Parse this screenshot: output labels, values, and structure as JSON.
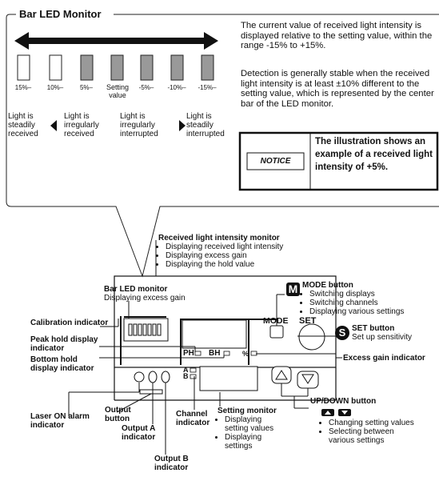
{
  "title": "Bar LED Monitor",
  "led_bars": [
    {
      "label": "15%–",
      "lit": false
    },
    {
      "label": "10%–",
      "lit": false
    },
    {
      "label": "5%–",
      "lit": true
    },
    {
      "label": "Setting value",
      "lit": true
    },
    {
      "label": "-5%–",
      "lit": true
    },
    {
      "label": "-10%–",
      "lit": true
    },
    {
      "label": "-15%–",
      "lit": true
    }
  ],
  "states": {
    "s1": "Light is steadily received",
    "s2": "Light is irregularly received",
    "s3": "Light is irregularly interrupted",
    "s4": "Light is steadily interrupted"
  },
  "description": {
    "p1": "The current value of received light intensity is displayed relative to the setting value, within the range -15% to +15%.",
    "p2": "Detection is generally stable when the received light intensity is at least ±10% different to the setting value, which is represented by the center bar of the LED monitor."
  },
  "notice": {
    "label": "NOTICE",
    "text": "The illustration shows an example of a received light intensity of +5%."
  },
  "callouts": {
    "rlim_title": "Received light intensity monitor",
    "rlim_items": [
      "Displaying received light intensity",
      "Displaying excess gain",
      "Displaying the hold value"
    ],
    "bar_led_title": "Bar LED monitor",
    "bar_led_sub": "Displaying excess gain",
    "calibration": "Calibration indicator",
    "peak_hold": "Peak hold display indicator",
    "bottom_hold": "Bottom hold display indicator",
    "laser_on": "Laser ON alarm indicator",
    "output_button": "Output button",
    "output_a": "Output A indicator",
    "output_b": "Output B indicator",
    "channel": "Channel indicator",
    "setting_monitor_title": "Setting monitor",
    "setting_monitor_items": [
      "Displaying setting values",
      "Displaying settings"
    ],
    "mode_title": "MODE button",
    "mode_items": [
      "Switching displays",
      "Switching channels",
      "Displaying various settings"
    ],
    "set_title": "SET button",
    "set_sub": "Set up sensitivity",
    "excess_gain": "Excess gain indicator",
    "updown_title": "UP/DOWN button",
    "updown_items": [
      "Changing setting values",
      "Selecting between various settings"
    ]
  },
  "device": {
    "mode": "MODE",
    "set": "SET",
    "ph": "PH",
    "bh": "BH",
    "pct": "%",
    "a": "A",
    "b": "B",
    "m_icon": "M",
    "s_icon": "S"
  }
}
